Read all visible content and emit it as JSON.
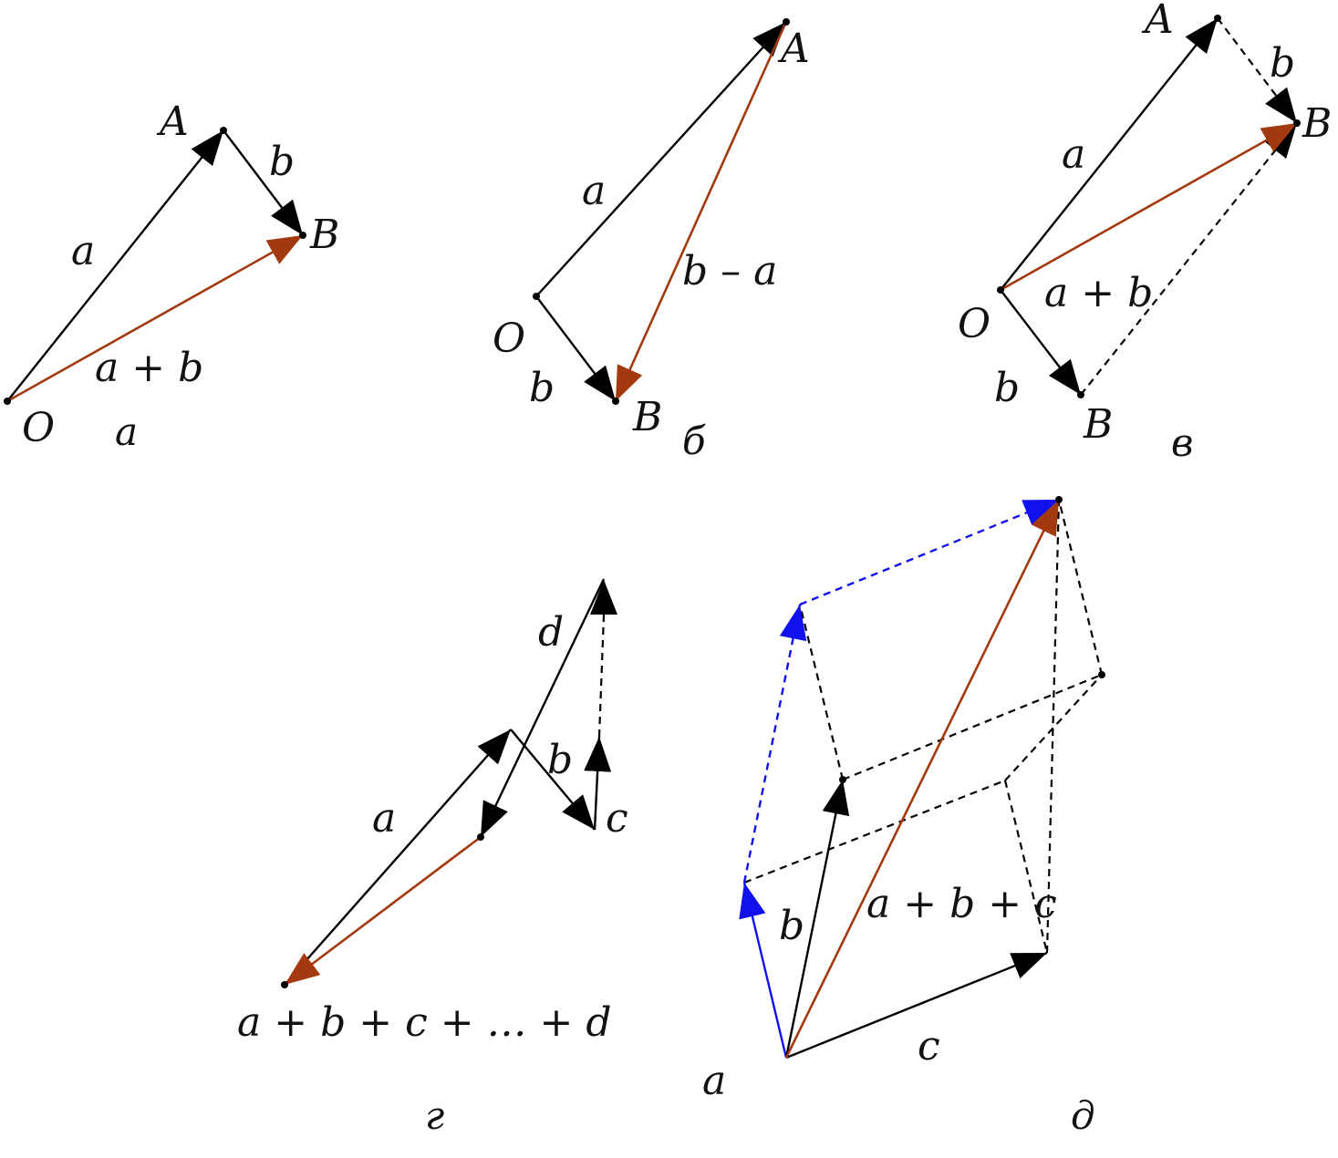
{
  "colors": {
    "vector": "#000000",
    "resultant": "#a3390e",
    "auxiliary": "#1111ee"
  },
  "panel_a": {
    "label_O": "O",
    "label_A": "A",
    "label_B": "B",
    "label_vec_a": "a",
    "label_vec_b": "b",
    "label_sum": "a + b",
    "caption": "a"
  },
  "panel_b": {
    "label_O": "O",
    "label_A": "A",
    "label_B": "B",
    "label_vec_a": "a",
    "label_vec_b": "b",
    "label_diff": "b – a",
    "caption": "б"
  },
  "panel_v": {
    "label_O": "O",
    "label_A": "A",
    "label_B": "B",
    "label_vec_a": "a",
    "label_vec_b_top": "b",
    "label_vec_b": "b",
    "label_sum": "a + b",
    "caption": "в"
  },
  "panel_g": {
    "label_a": "a",
    "label_b": "b",
    "label_c": "c",
    "label_d": "d",
    "label_sum": "a + b + c + … + d",
    "caption": "г"
  },
  "panel_d": {
    "label_a": "a",
    "label_b": "b",
    "label_c": "c",
    "label_sum": "a + b + c",
    "caption": "д"
  }
}
